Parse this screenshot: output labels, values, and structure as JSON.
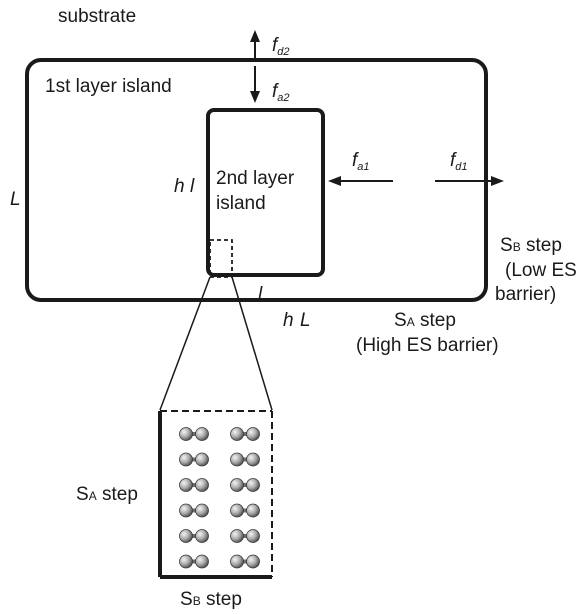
{
  "labels": {
    "substrate": "substrate",
    "first_layer": "1st layer island",
    "second_layer_line1": "2nd layer",
    "second_layer_line2": "island",
    "L": "L",
    "hl_h": "h",
    "hl_l": "l",
    "l": "l",
    "hL_h": "h",
    "hL_L": "L",
    "f_base": "f",
    "fd2_sub": "d2",
    "fa2_sub": "a2",
    "fa1_sub": "a1",
    "fd1_sub": "d1",
    "sb_step_s": "S",
    "sb_step_sub": "B",
    "sb_step_word": " step",
    "low_es": "(Low ES",
    "barrier": "barrier)",
    "sa_step_s": "S",
    "sa_step_sub": "A",
    "sa_step_word": " step",
    "high_es": "(High ES barrier)",
    "inset_sa_s": "S",
    "inset_sa_sub": "A",
    "inset_sa_word": " step",
    "inset_sb_s": "S",
    "inset_sb_sub": "B",
    "inset_sb_word": " step"
  },
  "colors": {
    "line": "#1a1a1a",
    "atom_dark": "#6e6e6e",
    "atom_light": "#d9d9d9"
  },
  "inset": {
    "atom_rows": 6,
    "atom_columns": 2
  }
}
